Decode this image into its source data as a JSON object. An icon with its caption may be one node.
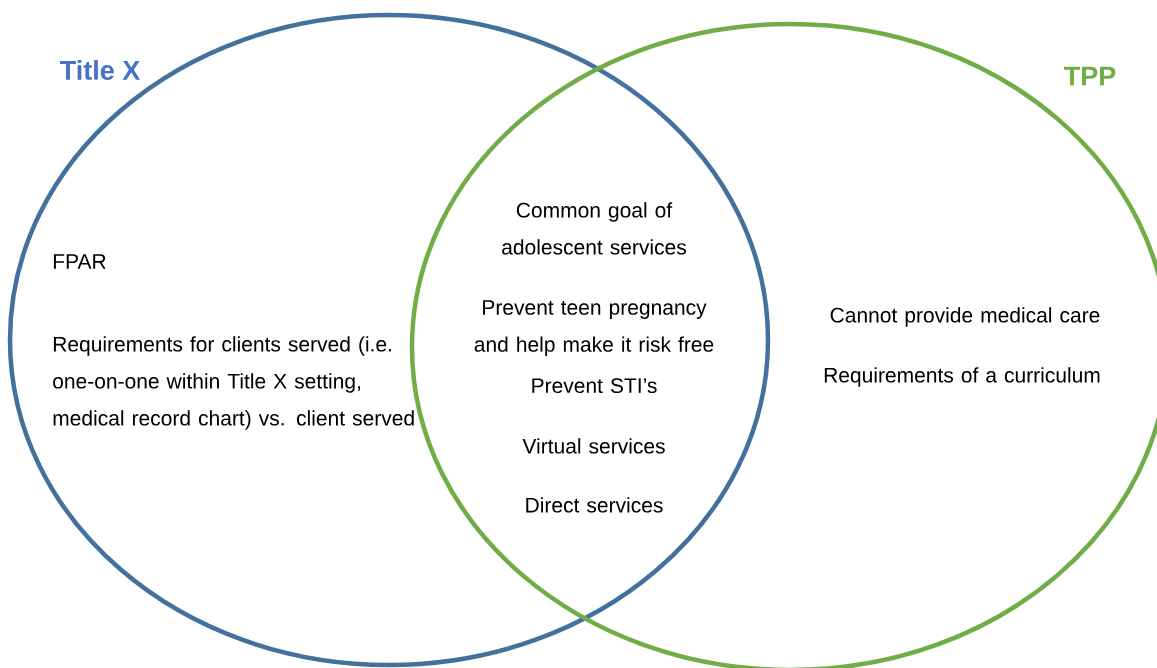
{
  "diagram": {
    "nodes": [
      {
        "text": [
          "Title X",
          "FPAR",
          "Requirements for clients served (i.e. one-on-one within Title X setting, medical record chart) vs. client served"
        ]
      },
      {
        "text": [
          "TPP",
          "Cannot provide medical care",
          "Requirements of a curriculum"
        ]
      }
    ],
    "labels": [
      "Common goal of adolescent services",
      "Prevent teen pregnancy and help make it risk free",
      "Prevent STI’s",
      "Virtual services",
      "Direct services"
    ]
  }
}
